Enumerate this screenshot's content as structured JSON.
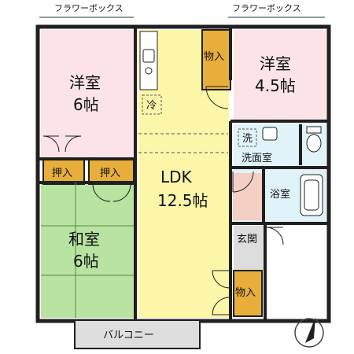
{
  "header": {
    "flower_box_left": "フラワーボックス",
    "flower_box_right": "フラワーボックス"
  },
  "rooms": {
    "western_left": {
      "name": "洋室",
      "size": "6帖"
    },
    "western_right": {
      "name": "洋室",
      "size": "4.5帖"
    },
    "ldk": {
      "name": "LDK",
      "size": "12.5帖"
    },
    "japanese": {
      "name": "和室",
      "size": "6帖"
    },
    "washroom": "洗面室",
    "bathroom": "浴室",
    "entrance": "玄関",
    "balcony": "バルコニー"
  },
  "storage": {
    "top_center": "物入",
    "left_closet_1": "押入",
    "left_closet_2": "押入",
    "bottom_right": "物入"
  },
  "symbols": {
    "fridge": "冷",
    "washer": "洗"
  },
  "colors": {
    "western": "#fbe3e7",
    "ldk": "#fbf6a8",
    "japanese": "#b8e3a1",
    "storage": "#e7ae3c",
    "wet_area": "#dff3f8",
    "entrance": "#dcdcdc",
    "balcony": "#dedede",
    "wall": "#202020",
    "floor_accent": "#f4cfc3"
  },
  "icons": [
    "compass-icon",
    "kitchen-sink-icon",
    "toilet-icon",
    "bathtub-icon",
    "washbasin-icon"
  ]
}
